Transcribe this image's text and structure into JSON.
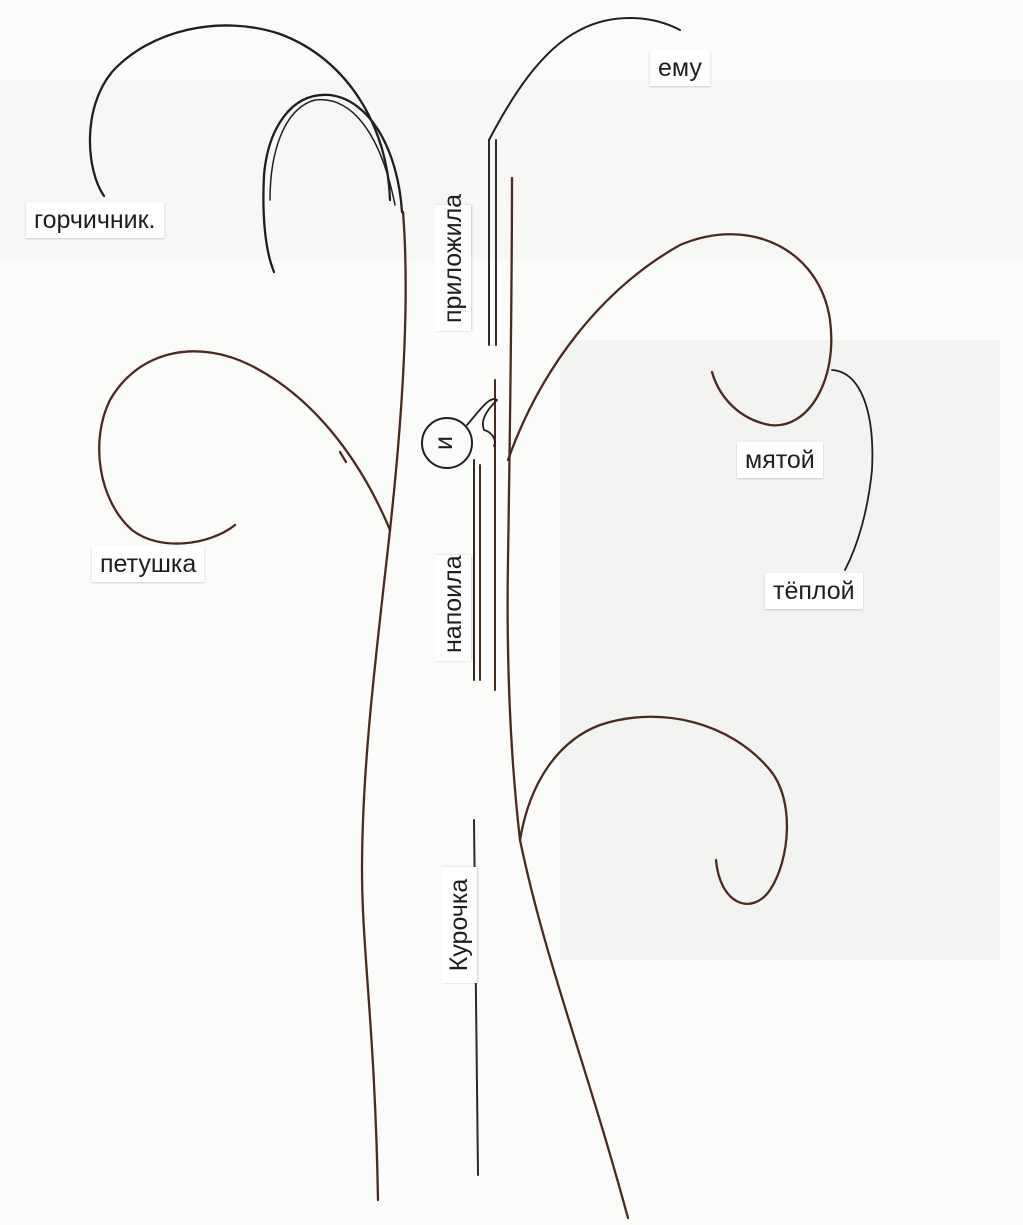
{
  "diagram": {
    "style": "hand-drawn word tree on scanned paper",
    "stroke_colors": {
      "ink_black": "#1f1f1f",
      "ink_brown": "#4a2a1e",
      "paper": "#fbfbfa"
    }
  },
  "words": {
    "gorchichnik": "горчичник.",
    "emu": "ему",
    "prilozhila": "приложила",
    "i": "и",
    "myatoy": "мятой",
    "petushka": "петушка",
    "napoila": "напоила",
    "teploy": "тёплой",
    "kurochka": "Курочка"
  }
}
